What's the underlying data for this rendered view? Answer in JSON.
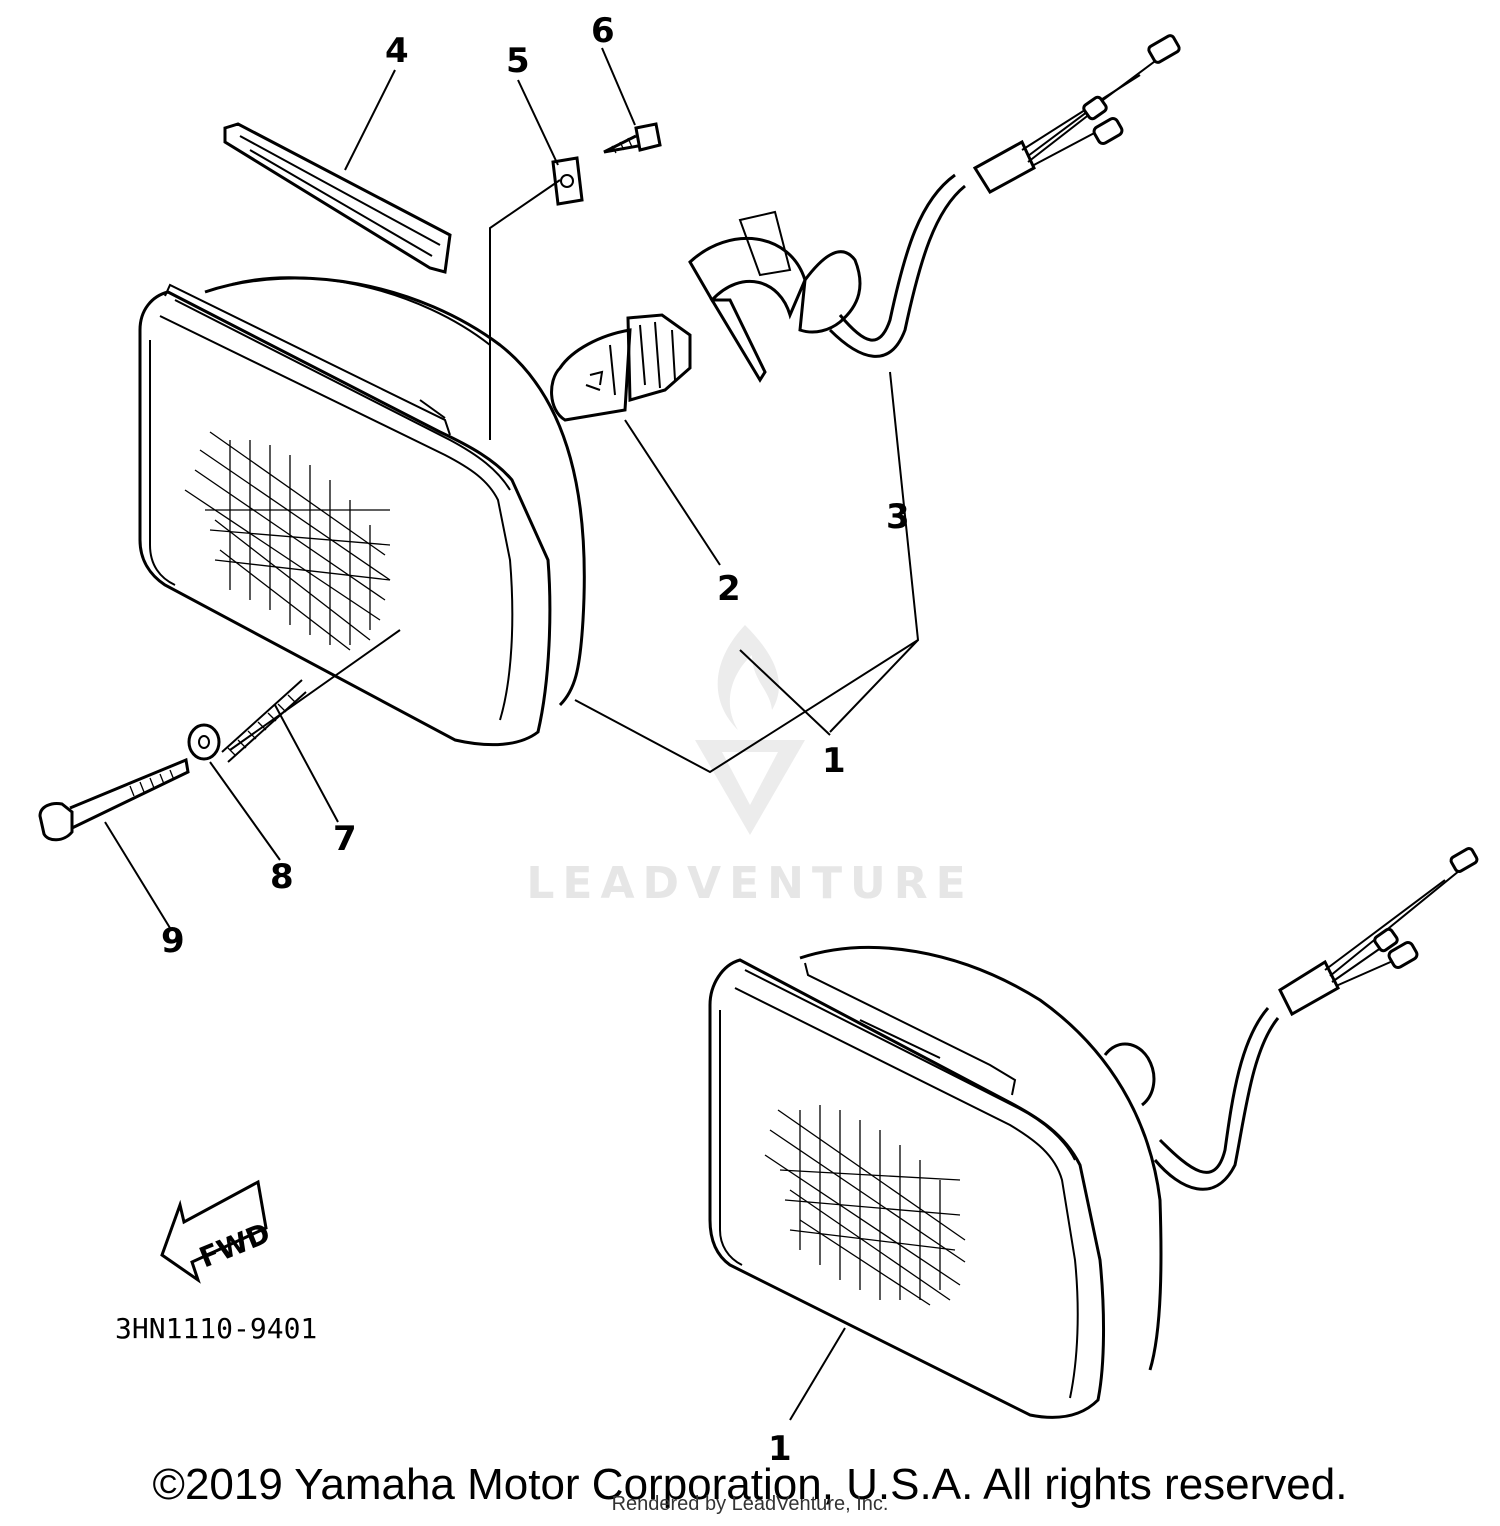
{
  "diagram": {
    "callouts": [
      {
        "id": "4",
        "label": "4"
      },
      {
        "id": "5",
        "label": "5"
      },
      {
        "id": "6",
        "label": "6"
      },
      {
        "id": "3",
        "label": "3"
      },
      {
        "id": "2",
        "label": "2"
      },
      {
        "id": "1a",
        "label": "1"
      },
      {
        "id": "7",
        "label": "7"
      },
      {
        "id": "8",
        "label": "8"
      },
      {
        "id": "9",
        "label": "9"
      },
      {
        "id": "1b",
        "label": "1"
      }
    ],
    "fwd_label": "FWD",
    "drawing_code": "3HN1110-9401",
    "watermark": "LEADVENTURE"
  },
  "footer": {
    "copyright": "©2019 Yamaha Motor Corporation, U.S.A. All rights reserved.",
    "rendered_by": "Rendered by LeadVenture, Inc."
  },
  "colors": {
    "ink": "#000000",
    "background": "#ffffff",
    "watermark": "#e6e6e6"
  }
}
